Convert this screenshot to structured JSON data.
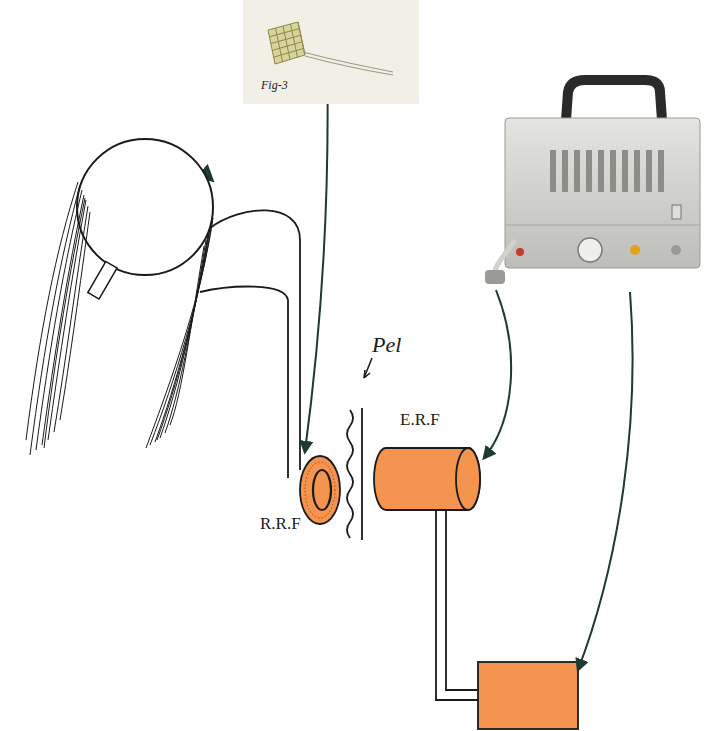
{
  "diagram": {
    "nodes": [
      {
        "text": [
          "Fig-3"
        ]
      },
      {
        "text": [
          "R.R.F"
        ]
      },
      {
        "text": [
          "E.R.F"
        ]
      }
    ],
    "edges": [
      {
        "from": 0,
        "to": 1,
        "arrow": "to"
      }
    ],
    "labels": [
      "Pel"
    ]
  }
}
